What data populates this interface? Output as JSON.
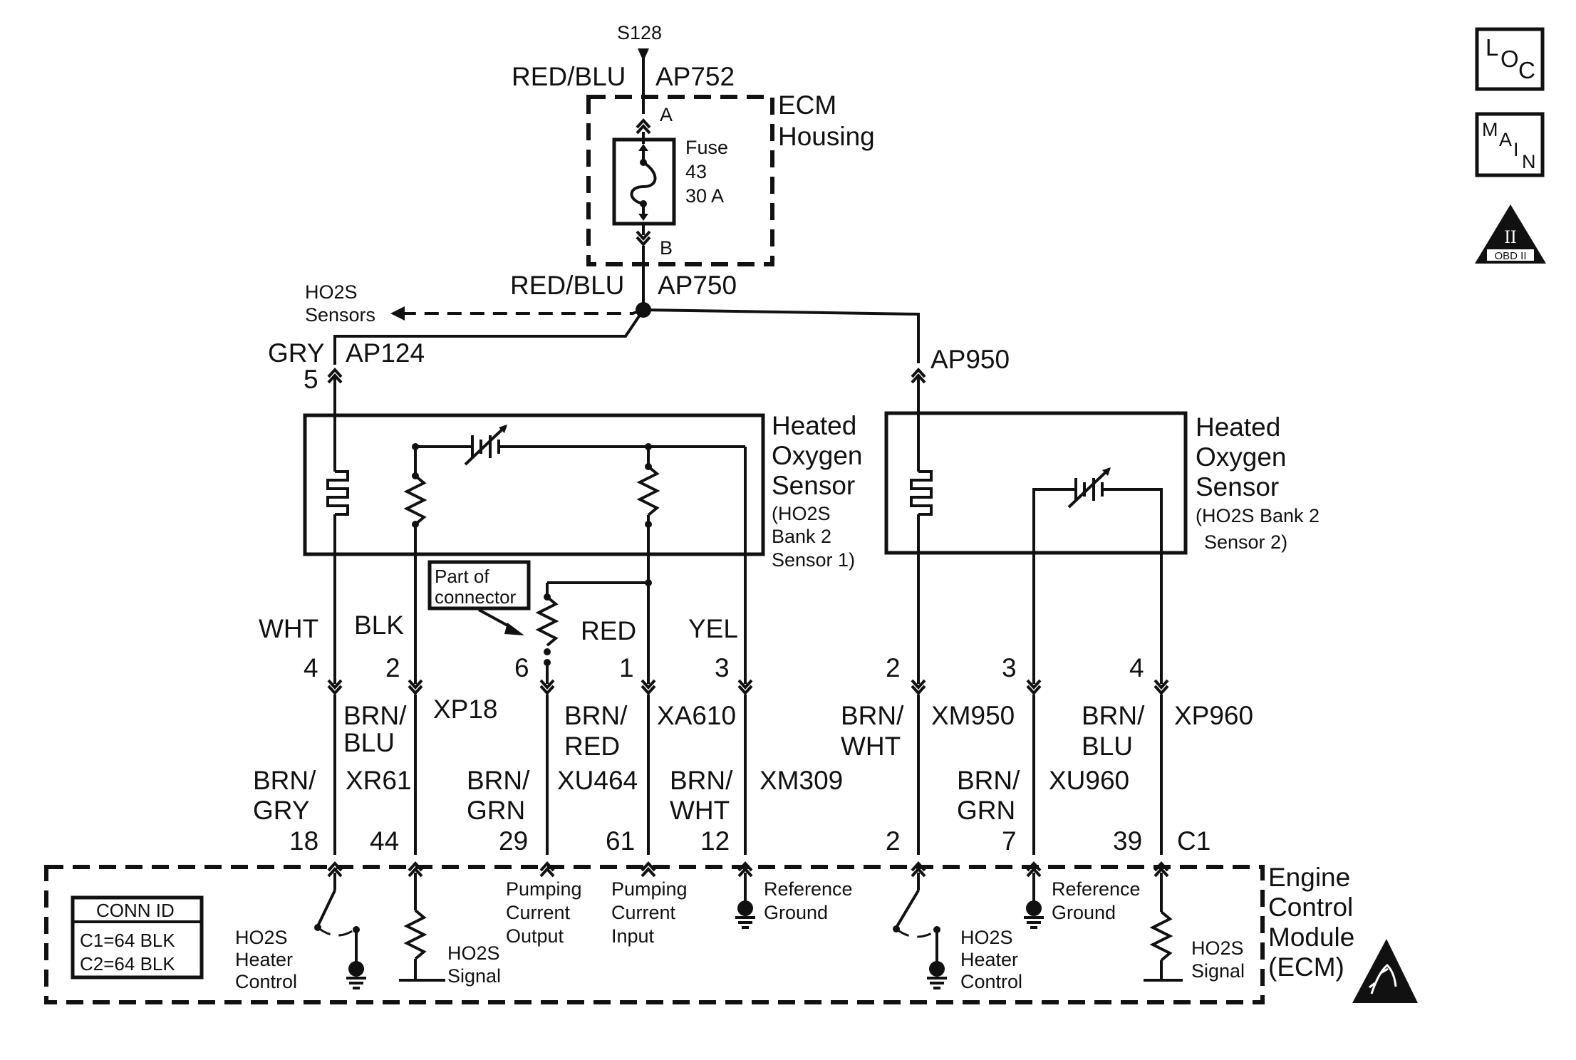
{
  "splice": "S128",
  "feed": {
    "top_wire": "RED/BLU",
    "top_circuit": "AP752",
    "bottom_wire": "RED/BLU",
    "bottom_circuit": "AP750"
  },
  "ecm_housing": {
    "line1": "ECM",
    "line2": "Housing",
    "term_a": "A",
    "term_b": "B"
  },
  "fuse": {
    "line1": "Fuse",
    "line2": "43",
    "line3": "30 A"
  },
  "ho2s_ref": {
    "line1": "HO2S",
    "line2": "Sensors"
  },
  "sensor1": {
    "feed_wire": "GRY",
    "feed_circuit": "AP124",
    "feed_pin": "5",
    "title1": "Heated",
    "title2": "Oxygen",
    "title3": "Sensor",
    "sub1": "(HO2S",
    "sub2": "Bank 2",
    "sub3": "Sensor 1)",
    "part_of_connector1": "Part of",
    "part_of_connector2": "connector",
    "wires": [
      {
        "color": "WHT",
        "pin": "4",
        "harness1": "BRN/",
        "harness2": "BLU",
        "circuit": "XP18",
        "ecm1": "BRN/",
        "ecm2": "GRY",
        "ecm_circuit": "XR61",
        "ecm_pin": "18"
      },
      {
        "color": "BLK",
        "pin": "2",
        "ecm_pin": "44"
      },
      {
        "color": "",
        "pin": "6",
        "harness1": "BRN/",
        "harness2": "RED",
        "circuit": "XA610",
        "ecm1": "BRN/",
        "ecm2": "GRN",
        "ecm_circuit": "XU464",
        "ecm_pin": "29"
      },
      {
        "color": "RED",
        "pin": "1",
        "ecm_pin": "61"
      },
      {
        "color": "YEL",
        "pin": "3",
        "ecm1": "BRN/",
        "ecm2": "WHT",
        "ecm_circuit": "XM309",
        "ecm_pin": "12"
      }
    ]
  },
  "sensor2": {
    "feed_circuit": "AP950",
    "title1": "Heated",
    "title2": "Oxygen",
    "title3": "Sensor",
    "sub1": "(HO2S Bank 2",
    "sub2": "Sensor 2)",
    "wires": [
      {
        "pin": "2",
        "harness1": "BRN/",
        "harness2": "WHT",
        "circuit": "XM950",
        "ecm_pin": "2"
      },
      {
        "pin": "3",
        "ecm1": "BRN/",
        "ecm2": "GRN",
        "ecm_circuit": "XU960",
        "ecm_pin": "7"
      },
      {
        "pin": "4",
        "harness1": "BRN/",
        "harness2": "BLU",
        "circuit": "XP960",
        "ecm_pin": "39"
      }
    ],
    "connector": "C1"
  },
  "ecm": {
    "title1": "Engine",
    "title2": "Control",
    "title3": "Module",
    "title4": "(ECM)",
    "conn_id": {
      "header": "CONN ID",
      "c1": "C1=64 BLK",
      "c2": "C2=64 BLK"
    },
    "labels": {
      "heater1": [
        "HO2S",
        "Heater",
        "Control"
      ],
      "signal1": [
        "HO2S",
        "Signal"
      ],
      "pump_out": [
        "Pumping",
        "Current",
        "Output"
      ],
      "pump_in": [
        "Pumping",
        "Current",
        "Input"
      ],
      "ref1": [
        "Reference",
        "Ground"
      ],
      "heater2": [
        "HO2S",
        "Heater",
        "Control"
      ],
      "ref2": [
        "Reference",
        "Ground"
      ],
      "signal2": [
        "HO2S",
        "Signal"
      ]
    }
  },
  "nav_icons": {
    "loc": [
      "L",
      "O",
      "C"
    ],
    "main": [
      "M",
      "A",
      "I",
      "N"
    ],
    "obd": {
      "roman": "II",
      "label": "OBD II"
    }
  }
}
